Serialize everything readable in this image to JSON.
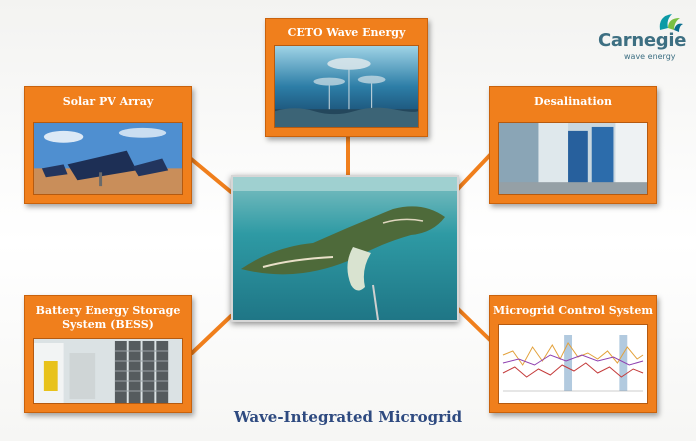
{
  "title": "Wave-Integrated Microgrid",
  "logo": {
    "name": "Carnegie",
    "tagline": "wave energy"
  },
  "nodes": {
    "ceto": {
      "label": "CETO Wave Energy"
    },
    "solar": {
      "label": "Solar PV Array"
    },
    "desalination": {
      "label": "Desalination"
    },
    "bess": {
      "label": "Battery Energy Storage System (BESS)"
    },
    "control": {
      "label": "Microgrid Control System"
    }
  },
  "colors": {
    "card": "#f07f1c",
    "connector": "#f07f1c",
    "title": "#2e4a80",
    "logo": "#3d6f82"
  }
}
